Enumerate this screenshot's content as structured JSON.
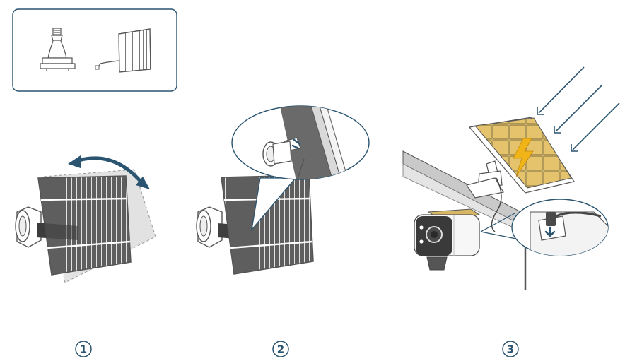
{
  "colors": {
    "accent": "#2a5470",
    "panel": "#5e5e5e",
    "panel_dark": "#4a4a4a",
    "cell_line": "#f2f2f2",
    "solar_gold": "#e9cb7a",
    "bolt": "#f1b418",
    "line": "#444444",
    "shadow": "#c9c9c9"
  },
  "parts_box": {
    "icons": [
      "mount-bracket-icon",
      "solar-panel-icon"
    ]
  },
  "steps": [
    {
      "number": "1",
      "icon": "rotate-arrow-icon"
    },
    {
      "number": "2",
      "icon": "zoom-callout-icon"
    },
    {
      "number": "3",
      "icon": "sunlight-icon"
    }
  ]
}
